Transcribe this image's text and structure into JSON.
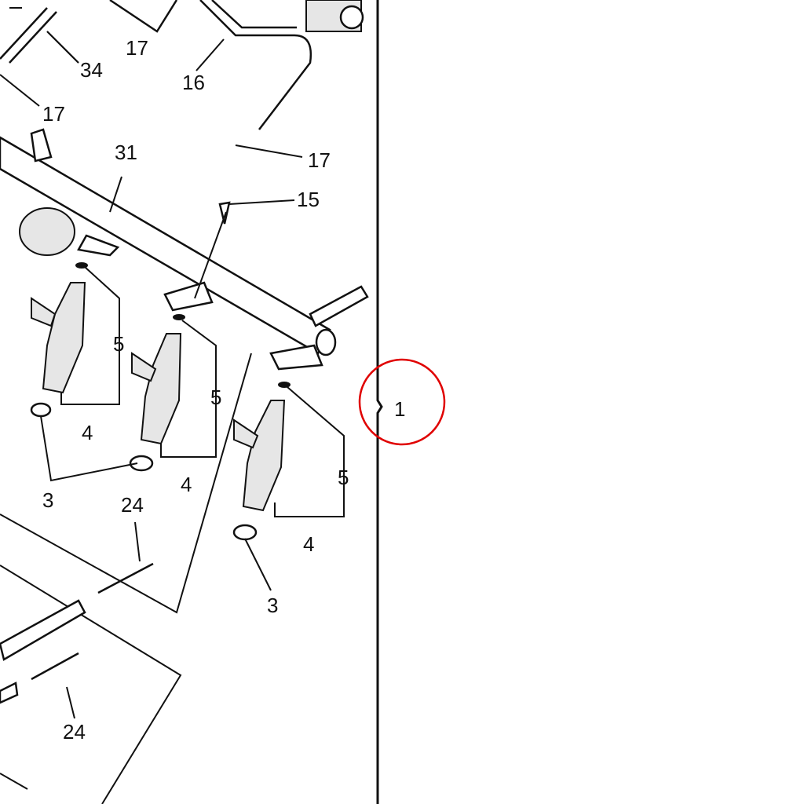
{
  "diagram": {
    "callouts": [
      {
        "id": "c17a",
        "text": "17"
      },
      {
        "id": "c34",
        "text": "34"
      },
      {
        "id": "c16",
        "text": "16"
      },
      {
        "id": "c17b",
        "text": "17"
      },
      {
        "id": "c31",
        "text": "31"
      },
      {
        "id": "c17c",
        "text": "17"
      },
      {
        "id": "c15",
        "text": "15"
      },
      {
        "id": "c5a",
        "text": "5"
      },
      {
        "id": "c5b",
        "text": "5"
      },
      {
        "id": "c5c",
        "text": "5"
      },
      {
        "id": "c4a",
        "text": "4"
      },
      {
        "id": "c4b",
        "text": "4"
      },
      {
        "id": "c4c",
        "text": "4"
      },
      {
        "id": "c3a",
        "text": "3"
      },
      {
        "id": "c3b",
        "text": "3"
      },
      {
        "id": "c24a",
        "text": "24"
      },
      {
        "id": "c24b",
        "text": "24"
      },
      {
        "id": "c1",
        "text": "1"
      }
    ],
    "highlight_color": "#e00000"
  }
}
